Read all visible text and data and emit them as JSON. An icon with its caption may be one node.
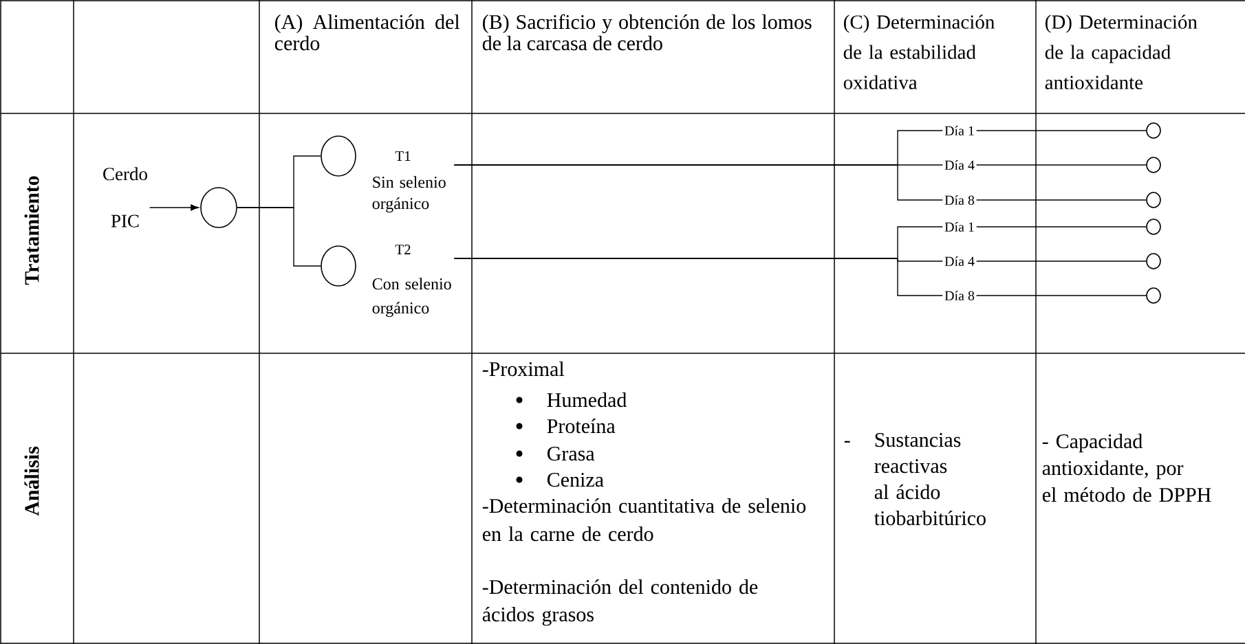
{
  "diagram": {
    "nodes": [
      {
        "text": [
          "Cerdo",
          "PIC"
        ]
      },
      {
        "text": [],
        "shape": "circle"
      },
      {
        "text": [],
        "shape": "circle",
        "beside": [
          "T1",
          "Sin selenio orgánico"
        ]
      },
      {
        "text": [],
        "shape": "circle",
        "beside": [
          "T2",
          "Con selenio orgánico"
        ]
      },
      {
        "text": [
          "Día 1"
        ]
      },
      {
        "text": [
          "Día 4"
        ]
      },
      {
        "text": [
          "Día 8"
        ]
      },
      {
        "text": [
          "Día 1"
        ]
      },
      {
        "text": [
          "Día 4"
        ]
      },
      {
        "text": [
          "Día 8"
        ]
      },
      {
        "text": [],
        "shape": "circle"
      },
      {
        "text": [],
        "shape": "circle"
      },
      {
        "text": [],
        "shape": "circle"
      },
      {
        "text": [],
        "shape": "circle"
      },
      {
        "text": [],
        "shape": "circle"
      },
      {
        "text": [],
        "shape": "circle"
      }
    ],
    "edges": [
      {
        "from": 0,
        "to": 1,
        "arrow": "to"
      },
      {
        "from": 1,
        "to": 2,
        "arrow": "none"
      },
      {
        "from": 1,
        "to": 3,
        "arrow": "none"
      },
      {
        "from": 2,
        "to": 4,
        "arrow": "none"
      },
      {
        "from": 2,
        "to": 5,
        "arrow": "none"
      },
      {
        "from": 2,
        "to": 6,
        "arrow": "none"
      },
      {
        "from": 3,
        "to": 7,
        "arrow": "none"
      },
      {
        "from": 3,
        "to": 8,
        "arrow": "none"
      },
      {
        "from": 3,
        "to": 9,
        "arrow": "none"
      },
      {
        "from": 4,
        "to": 10,
        "arrow": "none"
      },
      {
        "from": 5,
        "to": 11,
        "arrow": "none"
      },
      {
        "from": 6,
        "to": 12,
        "arrow": "none"
      },
      {
        "from": 7,
        "to": 13,
        "arrow": "none"
      },
      {
        "from": 8,
        "to": 14,
        "arrow": "none"
      },
      {
        "from": 9,
        "to": 15,
        "arrow": "none"
      }
    ],
    "labels": [
      "(A) Alimentación del cerdo",
      "(B) Sacrificio y obtención de los lomos de la carcasa de cerdo",
      "(C) Determinación de la estabilidad oxidativa",
      "(D) Determinación de la capacidad antioxidante",
      "Tratamiento",
      "Análisis",
      "-Proximal",
      "Humedad",
      "Proteína",
      "Grasa",
      "Ceniza",
      "-Determinación cuantitativa de selenio en la carne de cerdo",
      "-Determinación del contenido de ácidos grasos",
      "-",
      "Sustancias reactivas al ácido tiobarbitúrico",
      "- Capacidad antioxidante, por el método de DPPH"
    ]
  }
}
